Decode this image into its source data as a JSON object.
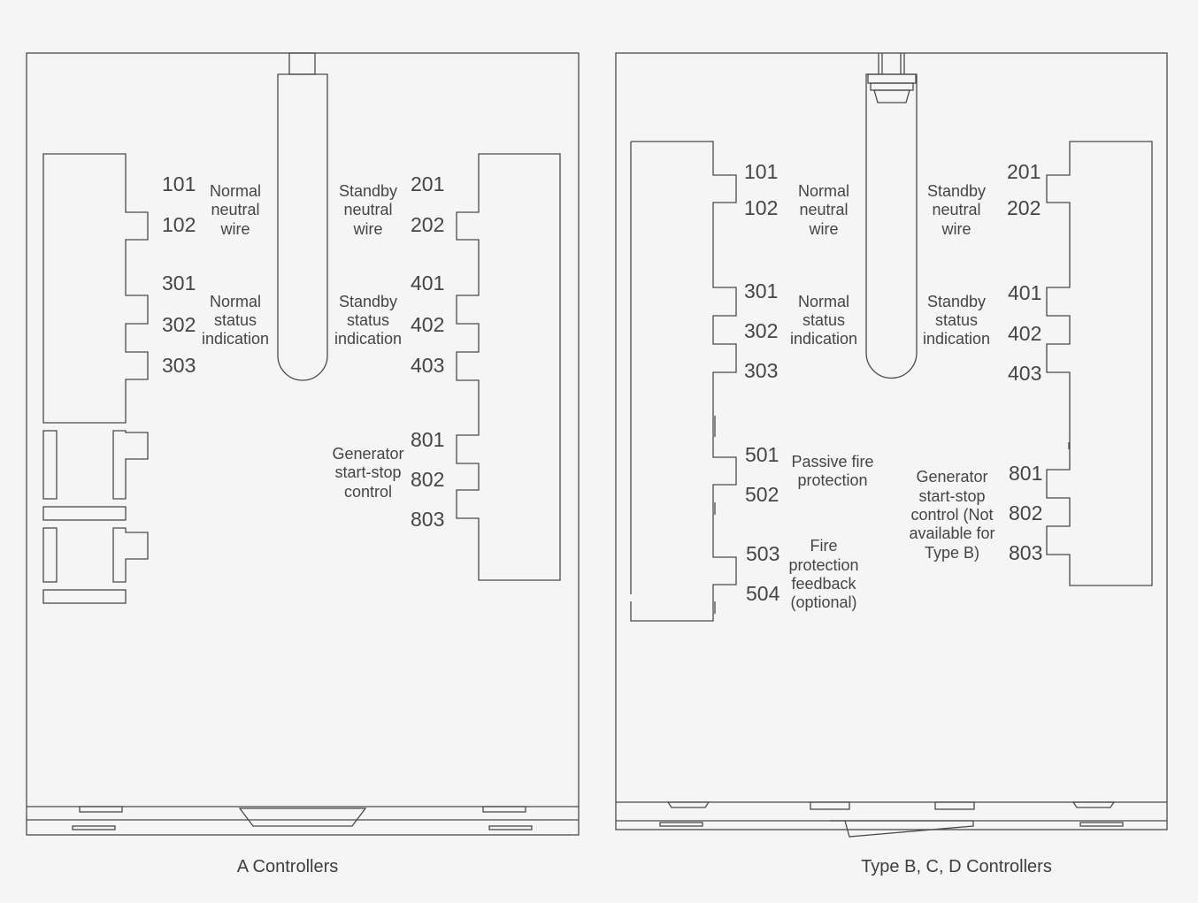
{
  "panels": [
    {
      "caption": "A Controllers",
      "left_terminals": [
        "101",
        "102",
        "301",
        "302",
        "303"
      ],
      "right_terminals": [
        "201",
        "202",
        "401",
        "402",
        "403",
        "801",
        "802",
        "803"
      ],
      "labels": {
        "normal_neutral": [
          "Normal",
          "neutral",
          "wire"
        ],
        "normal_status": [
          "Normal",
          "status",
          "indication"
        ],
        "standby_neutral": [
          "Standby",
          "neutral",
          "wire"
        ],
        "standby_status": [
          "Standby",
          "status",
          "indication"
        ],
        "generator": [
          "Generator",
          "start-stop",
          "control"
        ]
      }
    },
    {
      "caption": "Type B, C, D Controllers",
      "left_terminals": [
        "101",
        "102",
        "301",
        "302",
        "303",
        "501",
        "502",
        "503",
        "504"
      ],
      "right_terminals": [
        "201",
        "202",
        "401",
        "402",
        "403",
        "801",
        "802",
        "803"
      ],
      "labels": {
        "normal_neutral": [
          "Normal",
          "neutral",
          "wire"
        ],
        "normal_status": [
          "Normal",
          "status",
          "indication"
        ],
        "standby_neutral": [
          "Standby",
          "neutral",
          "wire"
        ],
        "standby_status": [
          "Standby",
          "status",
          "indication"
        ],
        "passive_fire": [
          "Passive fire",
          "protection"
        ],
        "fire_feedback": [
          "Fire",
          "protection",
          "feedback",
          "(optional)"
        ],
        "generator": [
          "Generator",
          "start-stop",
          "control (Not",
          "available for",
          "Type B)"
        ]
      }
    }
  ],
  "colors": {
    "line": "#4a4a4a",
    "background": "#f4f5f4",
    "text": "#454545"
  }
}
